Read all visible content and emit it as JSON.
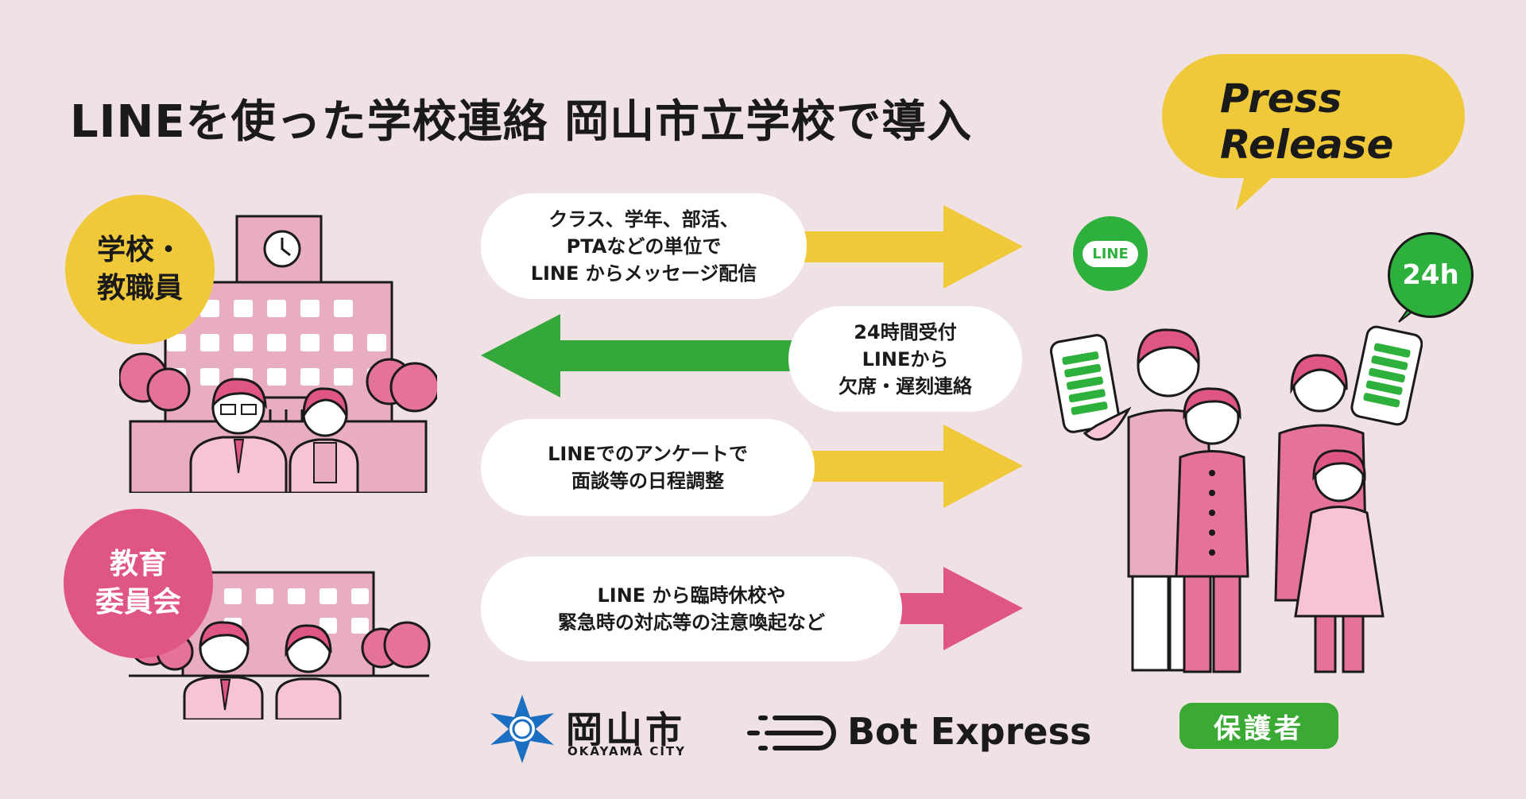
{
  "title": "LINEを使った学校連絡 岡山市立学校で導入",
  "press_release": {
    "line1": "Press",
    "line2": "Release"
  },
  "school_label": {
    "line1": "学校・",
    "line2": "教職員"
  },
  "board_label": {
    "line1": "教育",
    "line2": "委員会"
  },
  "messages": [
    {
      "lines": [
        "クラス、学年、部活、",
        "PTAなどの単位で",
        "LINE からメッセージ配信"
      ],
      "direction": "right",
      "color": "#f0c93a"
    },
    {
      "lines": [
        "24時間受付",
        "LINEから",
        "欠席・遅刻連絡"
      ],
      "direction": "left",
      "color": "#35a83c"
    },
    {
      "lines": [
        "LINEでのアンケートで",
        "面談等の日程調整"
      ],
      "direction": "right",
      "color": "#f0c93a"
    },
    {
      "lines": [
        "LINE から臨時休校や",
        "緊急時の対応等の注意喚起など"
      ],
      "direction": "right",
      "color": "#df5586"
    }
  ],
  "line_badge": "LINE",
  "hours_badge": "24h",
  "guardian_label": "保護者",
  "logos": {
    "okayama_name": "岡山市",
    "okayama_sub": "OKAYAMA CITY",
    "bot_express": "Bot Express"
  },
  "colors": {
    "background": "#f0e1e5",
    "pink_building": "#e8aec0",
    "pink_dark": "#df5586",
    "yellow": "#f0c93a",
    "green": "#2db13c",
    "blue_logo": "#1b6fc2"
  }
}
